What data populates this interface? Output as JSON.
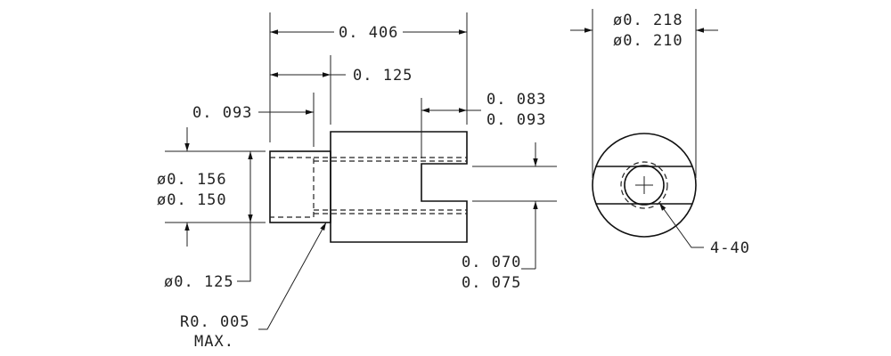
{
  "dimensions": {
    "overall_length": "0. 406",
    "head_length": "0. 125",
    "shoulder_length": "0. 093",
    "slot_depth_max": "0. 083",
    "slot_depth_min": "0. 093",
    "head_dia_max": "ø0. 156",
    "head_dia_min": "ø0. 150",
    "shank_dia": "ø0. 125",
    "radius_max": "R0. 005",
    "radius_note": "MAX.",
    "slot_width_min": "0. 070",
    "slot_width_max": "0. 075",
    "outer_dia_max": "ø0. 218",
    "outer_dia_min": "ø0. 210",
    "thread": "4-40"
  }
}
